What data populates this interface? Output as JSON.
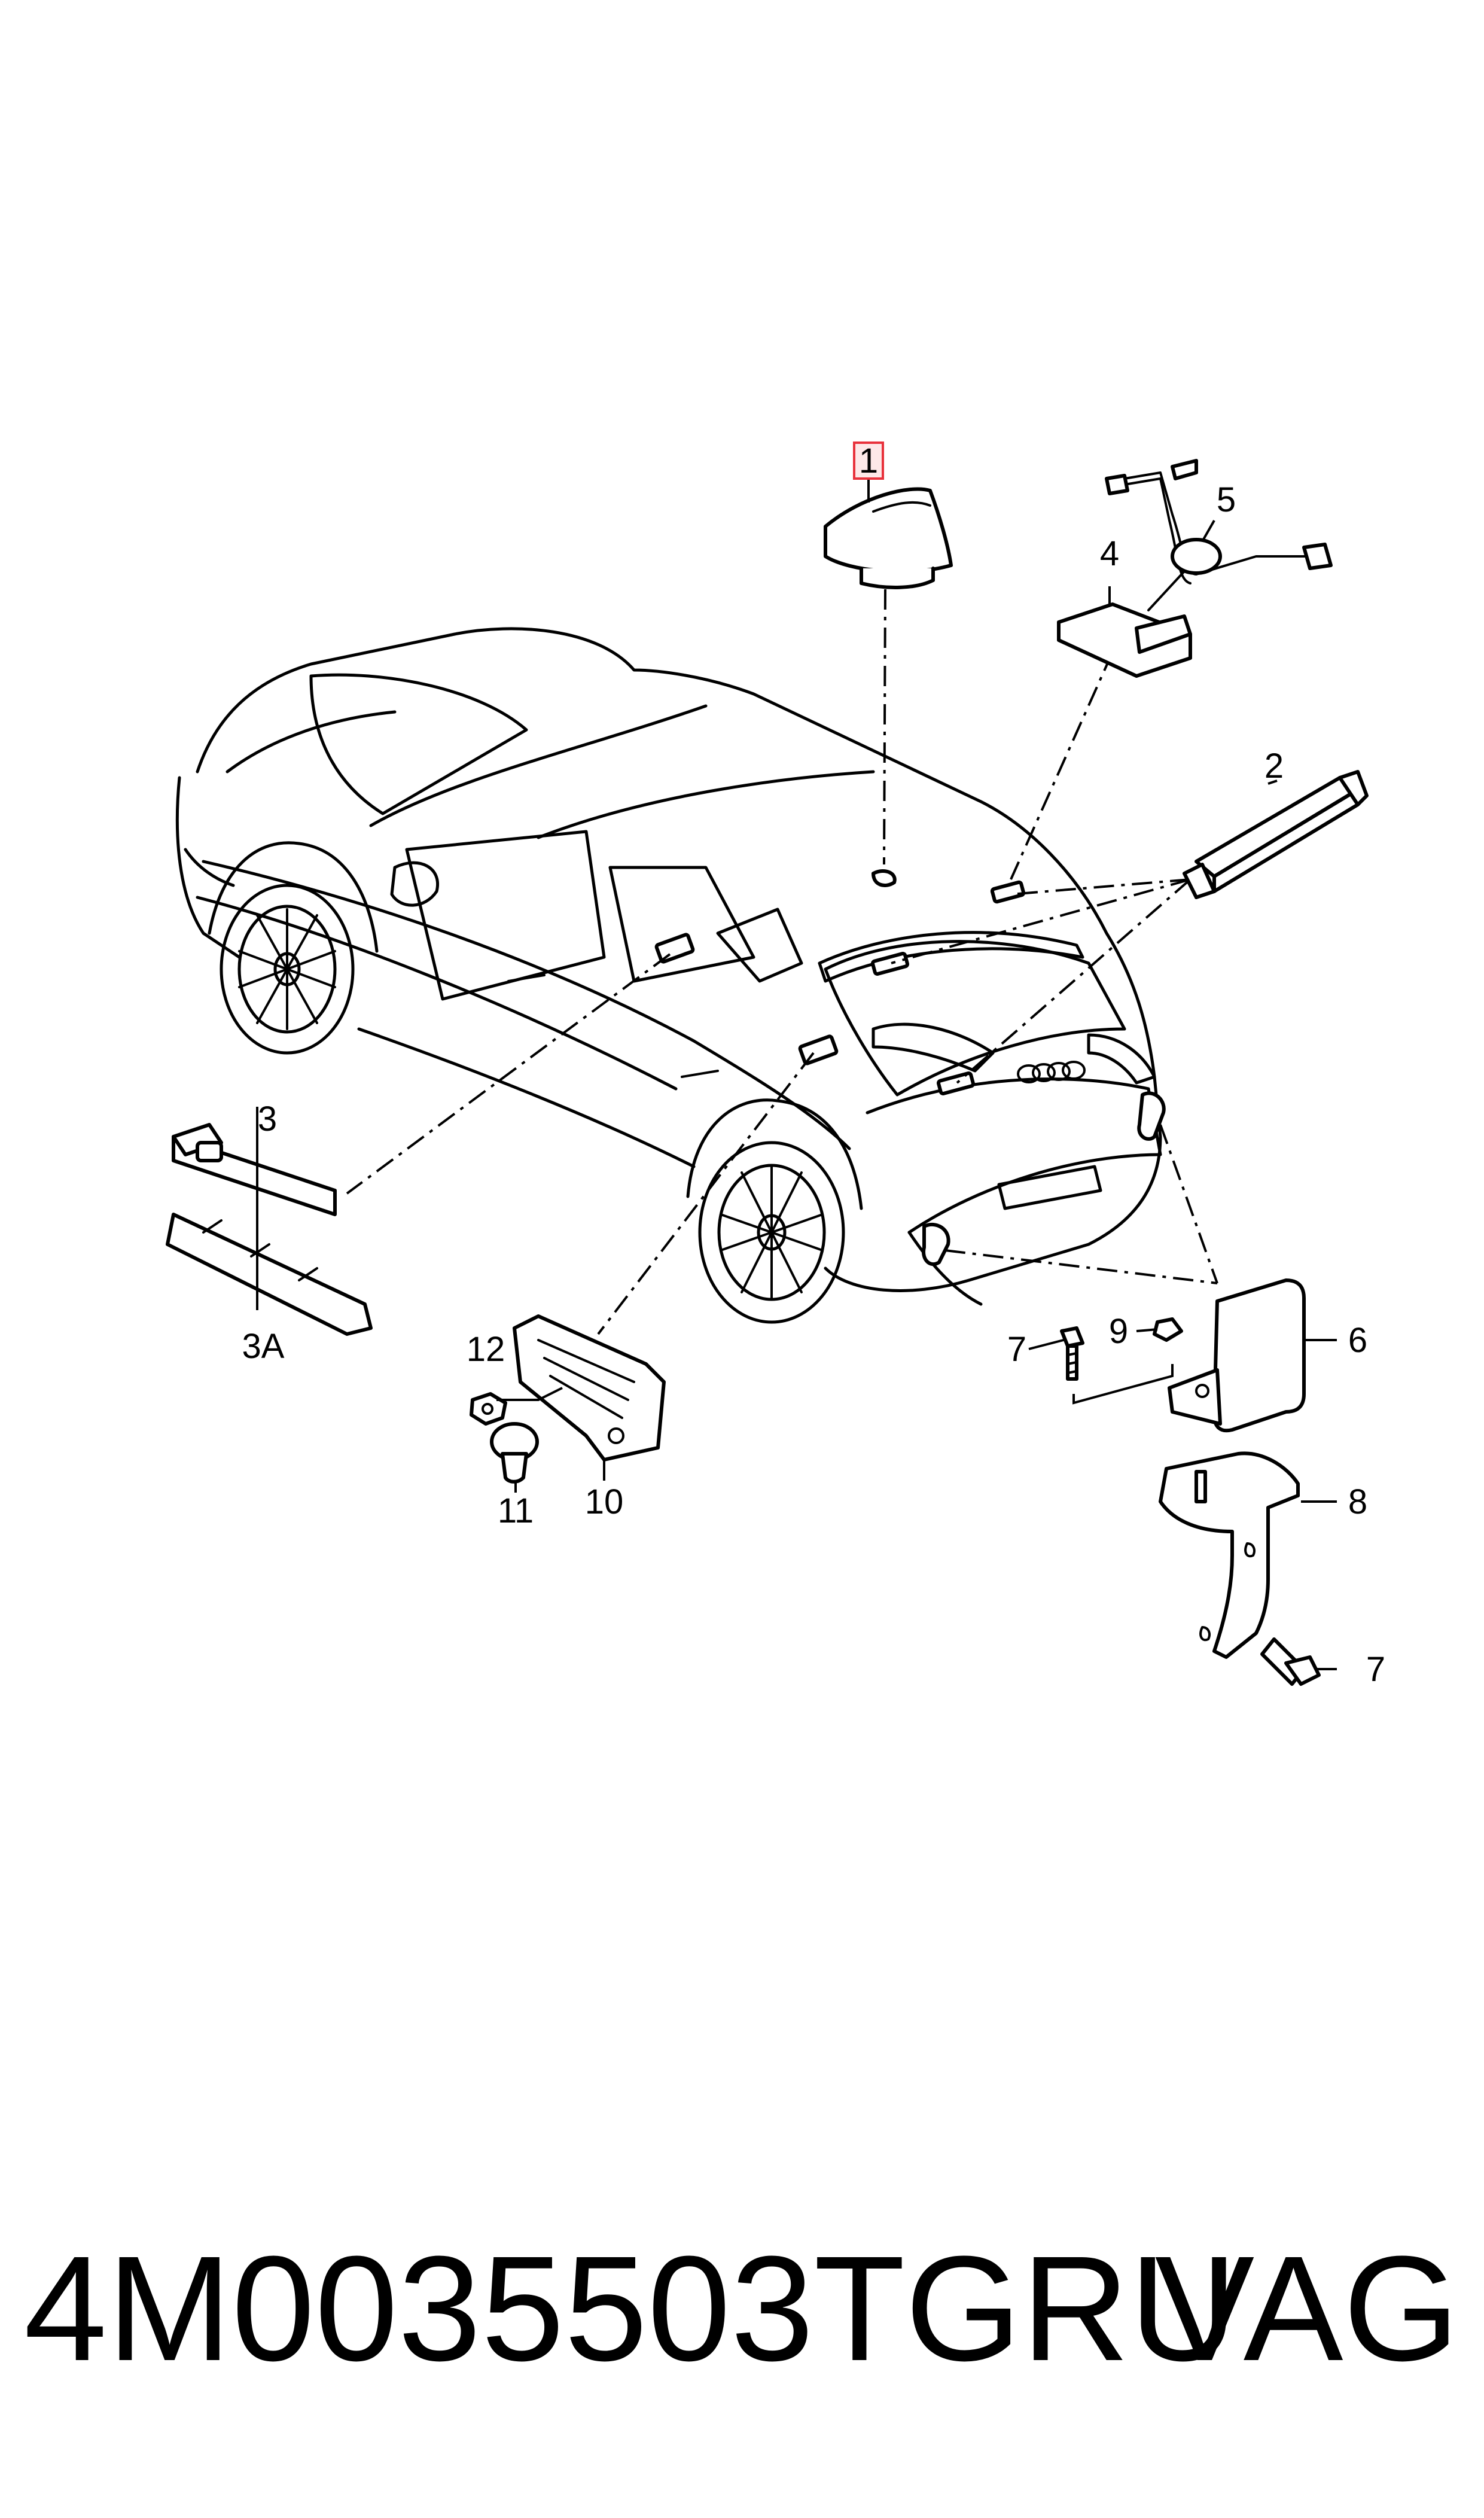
{
  "diagram": {
    "callouts": {
      "c1": "1",
      "c2": "2",
      "c3": "3",
      "c3a": "3A",
      "c4": "4",
      "c5": "5",
      "c6": "6",
      "c7a": "7",
      "c7b": "7",
      "c8": "8",
      "c9": "9",
      "c10": "10",
      "c11": "11",
      "c12": "12"
    },
    "highlighted_callout": "1",
    "highlight_color": "#e8323c"
  },
  "footer": {
    "part_number": "4M0035503TGRU",
    "brand": "VAG"
  }
}
